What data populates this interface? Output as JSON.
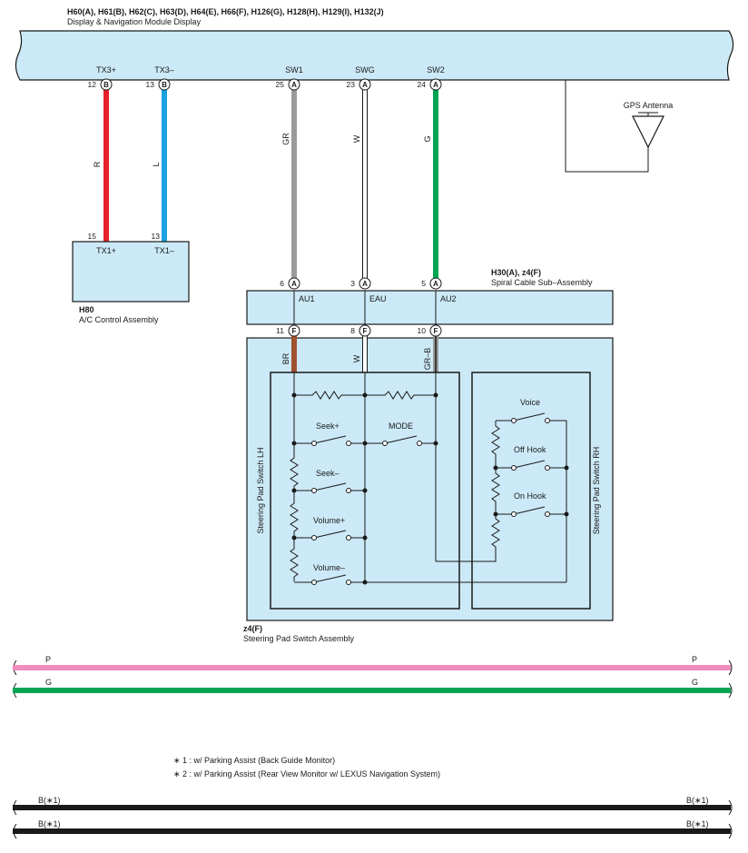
{
  "display_module": {
    "codes": "H60(A), H61(B), H62(C), H63(D), H64(E), H66(F), H126(G), H128(H), H129(I), H132(J)",
    "name": "Display & Navigation Module Display"
  },
  "gps_antenna": "GPS Antenna",
  "ac_control": {
    "code": "H80",
    "name": "A/C Control Assembly"
  },
  "spiral_cable": {
    "code": "H30(A), z4(F)",
    "name": "Spiral Cable Sub–Assembly"
  },
  "steering_pad": {
    "code": "z4(F)",
    "name": "Steering Pad Switch Assembly"
  },
  "top_pins": [
    {
      "num": "12",
      "conn": "B",
      "term": "TX3+",
      "wire": "R",
      "color": "#e8202a"
    },
    {
      "num": "13",
      "conn": "B",
      "term": "TX3–",
      "wire": "L",
      "color": "#1aa3e0"
    },
    {
      "num": "25",
      "conn": "A",
      "term": "SW1",
      "wire": "GR",
      "color": "#9a9a9a"
    },
    {
      "num": "23",
      "conn": "A",
      "term": "SWG",
      "wire": "W",
      "color": "#ffffff"
    },
    {
      "num": "24",
      "conn": "A",
      "term": "SW2",
      "wire": "G",
      "color": "#00a651"
    }
  ],
  "ac_pins": [
    {
      "num": "15",
      "term": "TX1+"
    },
    {
      "num": "13",
      "term": "TX1–"
    }
  ],
  "spiral_top_pins": [
    {
      "num": "6",
      "conn": "A",
      "term": "AU1"
    },
    {
      "num": "3",
      "conn": "A",
      "term": "EAU"
    },
    {
      "num": "5",
      "conn": "A",
      "term": "AU2"
    }
  ],
  "spiral_bottom_pins": [
    {
      "num": "11",
      "conn": "F",
      "wire": "BR",
      "color": "#a0522d"
    },
    {
      "num": "8",
      "conn": "F",
      "wire": "W",
      "color": "#ffffff"
    },
    {
      "num": "10",
      "conn": "F",
      "wire": "GR–B",
      "color": "#9a9a9a"
    }
  ],
  "switch_lh": {
    "title": "Steering Pad Switch LH",
    "switches": [
      "Seek+",
      "MODE",
      "Seek–",
      "Volume+",
      "Volume–"
    ]
  },
  "switch_rh": {
    "title": "Steering Pad Switch RH",
    "switches": [
      "Voice",
      "Off Hook",
      "On Hook"
    ]
  },
  "bus_lines": [
    {
      "label_left": "P",
      "label_right": "P",
      "color": "#f08cbf"
    },
    {
      "label_left": "G",
      "label_right": "G",
      "color": "#00a651"
    }
  ],
  "notes": [
    "∗ 1 : w/ Parking Assist (Back Guide Monitor)",
    "∗ 2 : w/ Parking Assist (Rear View Monitor w/ LEXUS Navigation System)"
  ],
  "ground_lines": [
    {
      "label_left": "B(∗1)",
      "label_right": "B(∗1)",
      "color": "#1a1a1a"
    },
    {
      "label_left": "B(∗1)",
      "label_right": "B(∗1)",
      "color": "#1a1a1a"
    }
  ]
}
